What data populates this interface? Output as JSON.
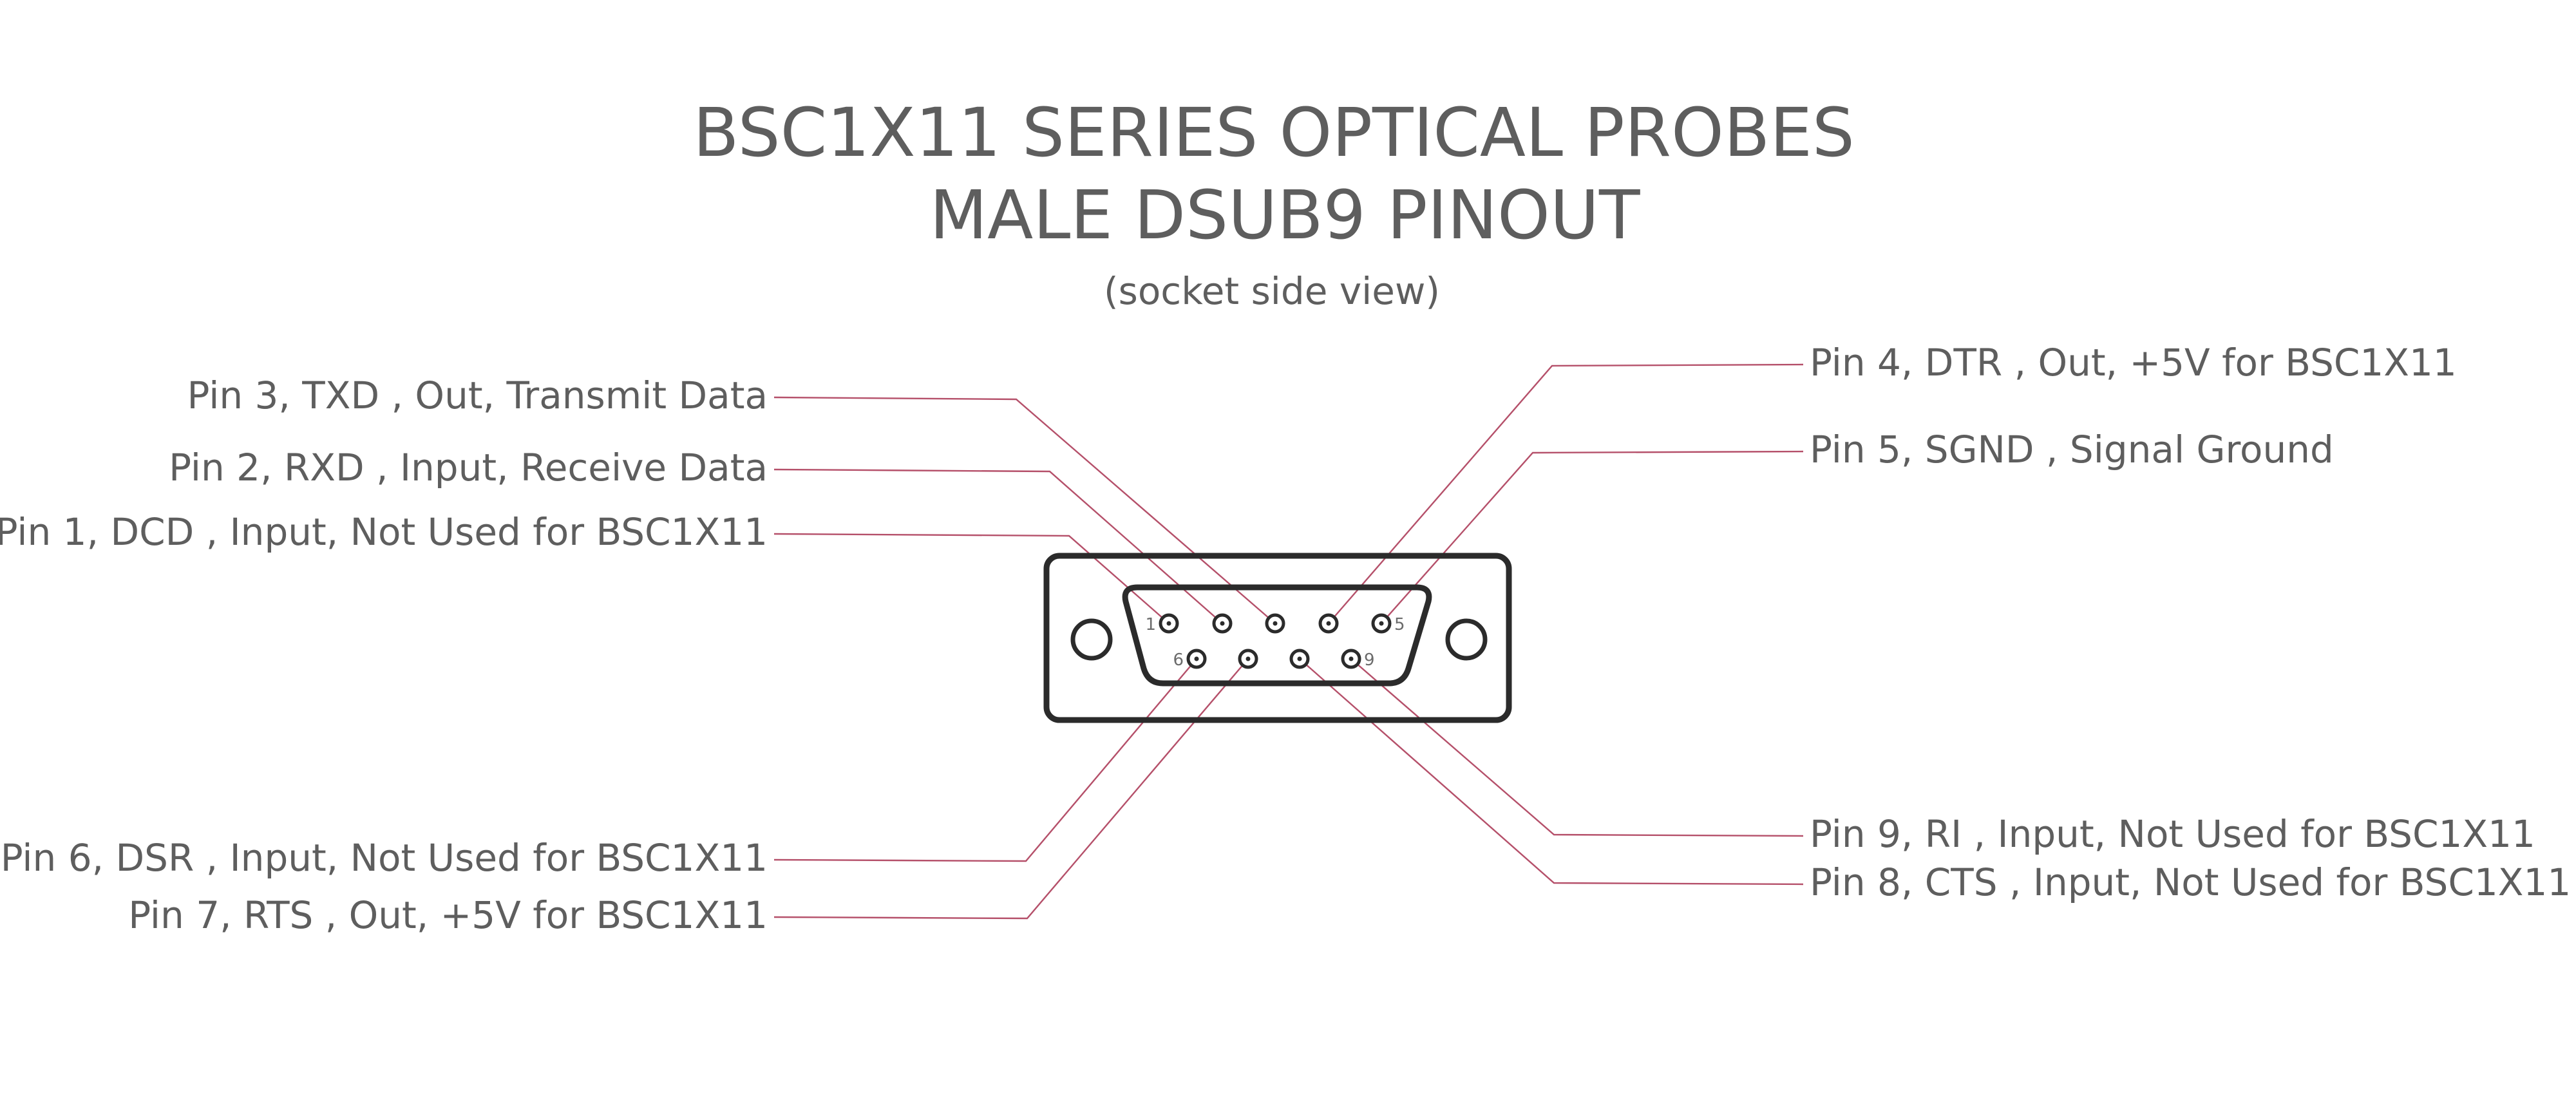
{
  "title": {
    "line1": "BSC1X11 SERIES OPTICAL PROBES",
    "line2": "MALE DSUB9 PINOUT",
    "subtitle": "(socket side view)"
  },
  "pins": [
    {
      "number": "1",
      "label": "Pin 1, DCD , Input, Not Used for BSC1X11"
    },
    {
      "number": "2",
      "label": "Pin 2, RXD , Input, Receive Data"
    },
    {
      "number": "3",
      "label": "Pin 3, TXD , Out, Transmit Data"
    },
    {
      "number": "4",
      "label": "Pin 4, DTR , Out, +5V for BSC1X11"
    },
    {
      "number": "5",
      "label": "Pin 5, SGND , Signal Ground"
    },
    {
      "number": "6",
      "label": "Pin 6, DSR , Input, Not Used for BSC1X11"
    },
    {
      "number": "7",
      "label": "Pin 7, RTS , Out, +5V for BSC1X11"
    },
    {
      "number": "8",
      "label": "Pin 8, CTS , Input, Not Used for BSC1X11"
    },
    {
      "number": "9",
      "label": "Pin 9, RI , Input, Not Used for BSC1X11"
    }
  ],
  "connector": {
    "pin_labels_shown": [
      "1",
      "5",
      "6",
      "9"
    ]
  },
  "colors": {
    "text": "#5e5e5e",
    "leader_line": "#b5506a",
    "connector_outline": "#2b2b2b"
  }
}
